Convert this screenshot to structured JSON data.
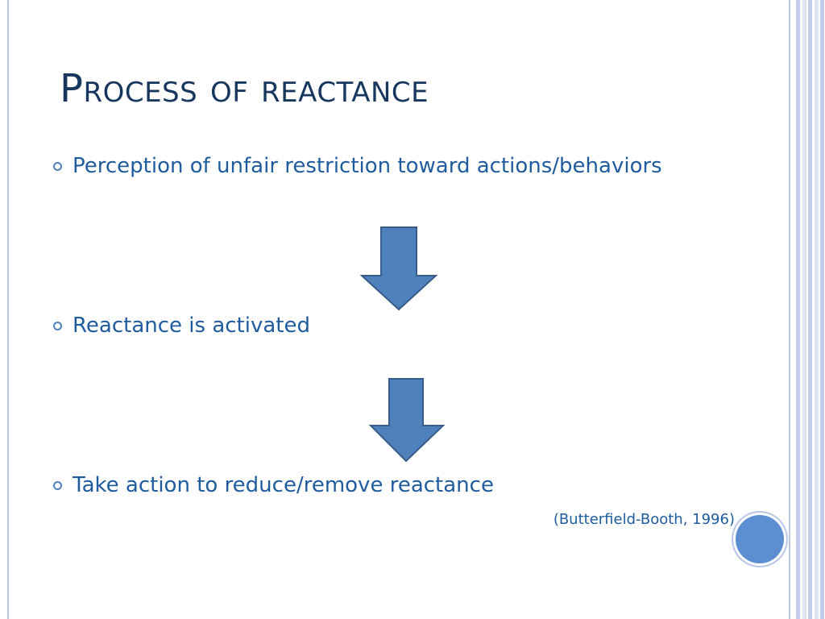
{
  "slide": {
    "title": "Process of reactance",
    "bullets": [
      "Perception of unfair restriction toward actions/behaviors",
      "Reactance is activated",
      "Take action to reduce/remove reactance"
    ],
    "citation": "(Butterfield-Booth, 1996)",
    "icons": [
      "down-arrow-icon",
      "down-arrow-icon",
      "bullet-ring-icon",
      "decorative-circle"
    ],
    "colors": {
      "title": "#17375e",
      "text": "#1f5c9e",
      "accent": "#4f81bd",
      "frame": "#b9c6e4",
      "circle": "#5b8fd1"
    }
  }
}
